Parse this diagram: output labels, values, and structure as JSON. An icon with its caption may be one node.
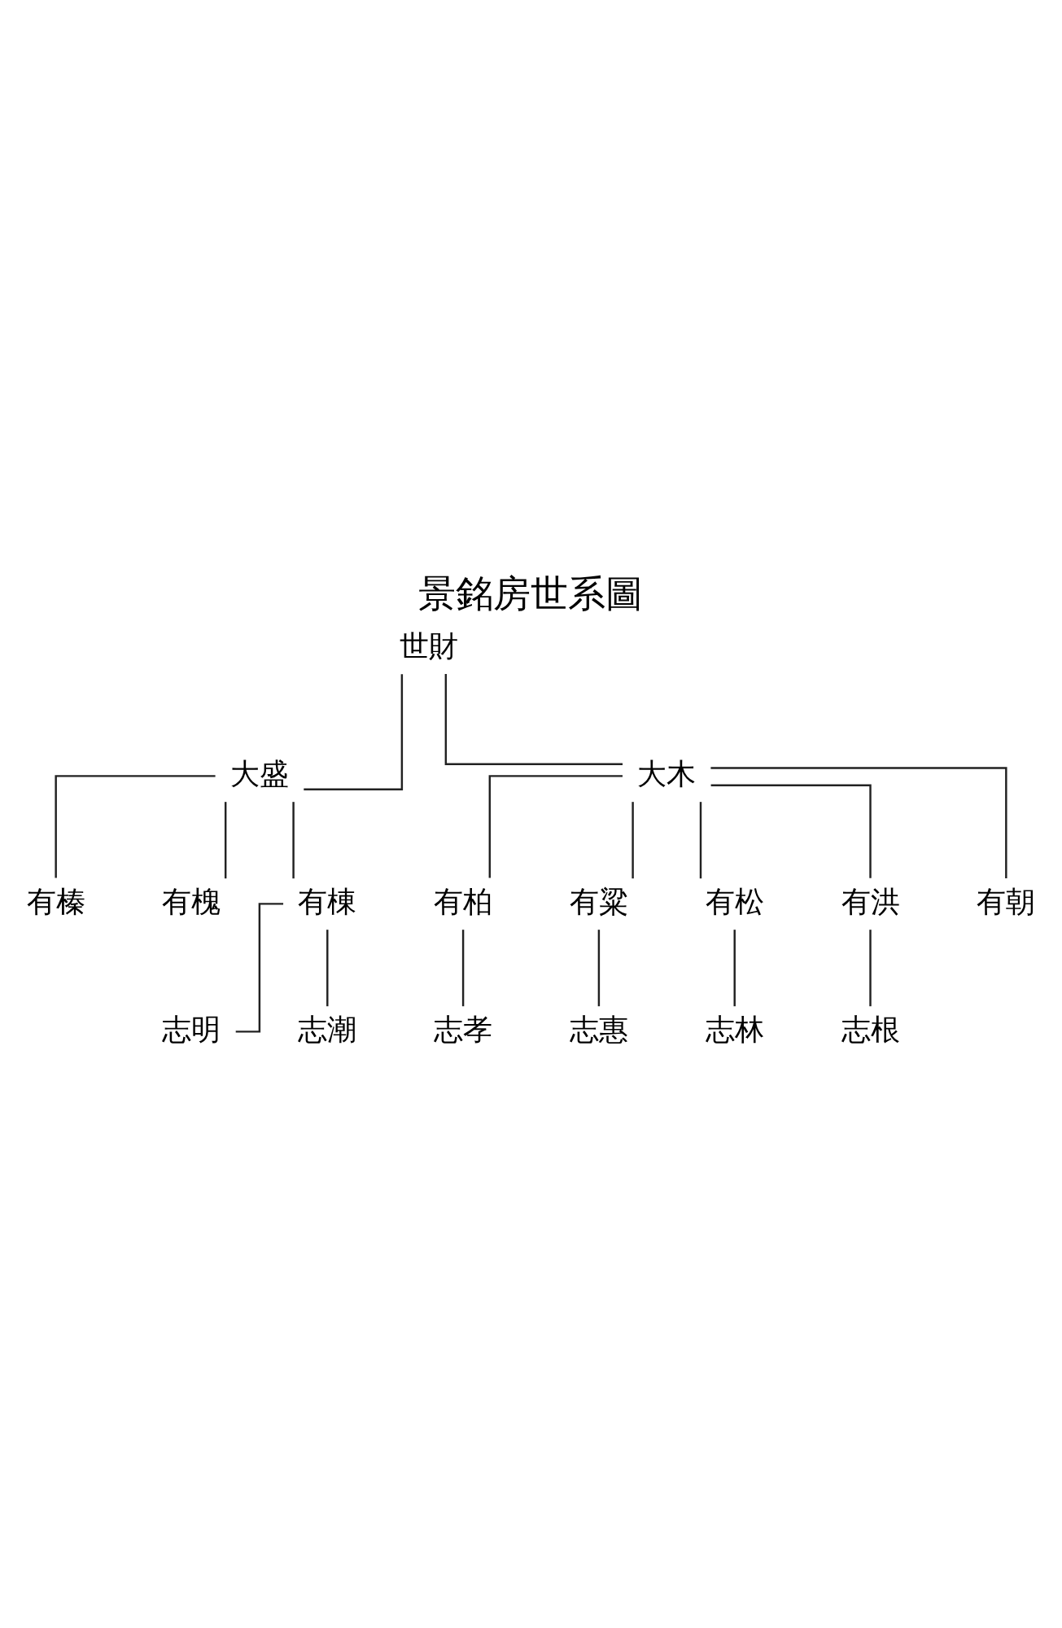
{
  "diagram": {
    "title": "景銘房世系圖",
    "nodes": [
      {
        "text": [
          "世財"
        ]
      },
      {
        "text": [
          "大木"
        ]
      },
      {
        "text": [
          "大盛"
        ]
      },
      {
        "text": [
          "有朝"
        ]
      },
      {
        "text": [
          "有洪"
        ]
      },
      {
        "text": [
          "有松"
        ]
      },
      {
        "text": [
          "有粱"
        ]
      },
      {
        "text": [
          "有柏"
        ]
      },
      {
        "text": [
          "有棟"
        ]
      },
      {
        "text": [
          "有槐"
        ]
      },
      {
        "text": [
          "有榛"
        ]
      },
      {
        "text": [
          "志根"
        ]
      },
      {
        "text": [
          "志林"
        ]
      },
      {
        "text": [
          "志惠"
        ]
      },
      {
        "text": [
          "志孝"
        ]
      },
      {
        "text": [
          "志潮"
        ]
      },
      {
        "text": [
          "志明"
        ]
      }
    ],
    "edges": [
      {
        "from": 0,
        "to": 1,
        "arrow": "none"
      },
      {
        "from": 0,
        "to": 2,
        "arrow": "none"
      },
      {
        "from": 1,
        "to": 3,
        "arrow": "none"
      },
      {
        "from": 1,
        "to": 4,
        "arrow": "none"
      },
      {
        "from": 1,
        "to": 5,
        "arrow": "none"
      },
      {
        "from": 1,
        "to": 6,
        "arrow": "none"
      },
      {
        "from": 1,
        "to": 7,
        "arrow": "none"
      },
      {
        "from": 2,
        "to": 8,
        "arrow": "none"
      },
      {
        "from": 2,
        "to": 9,
        "arrow": "none"
      },
      {
        "from": 2,
        "to": 10,
        "arrow": "none"
      },
      {
        "from": 4,
        "to": 11,
        "arrow": "none"
      },
      {
        "from": 5,
        "to": 12,
        "arrow": "none"
      },
      {
        "from": 6,
        "to": 13,
        "arrow": "none"
      },
      {
        "from": 7,
        "to": 14,
        "arrow": "none"
      },
      {
        "from": 8,
        "to": 15,
        "arrow": "none"
      },
      {
        "from": 8,
        "to": 16,
        "arrow": "none"
      }
    ]
  }
}
